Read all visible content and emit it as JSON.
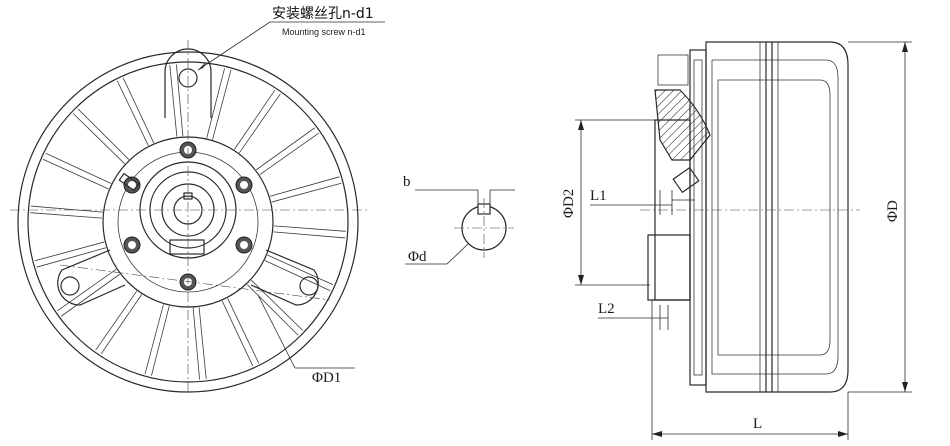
{
  "callouts": {
    "mounting_cn": "安装螺丝孔n-d1",
    "mounting_en": "Mounting screw n-d1"
  },
  "labels": {
    "d1_dia": "ΦD1",
    "b": "b",
    "d_dia": "Φd",
    "d2_dia": "ΦD2",
    "l1": "L1",
    "l2": "L2",
    "d_outer": "ΦD",
    "l": "L"
  }
}
